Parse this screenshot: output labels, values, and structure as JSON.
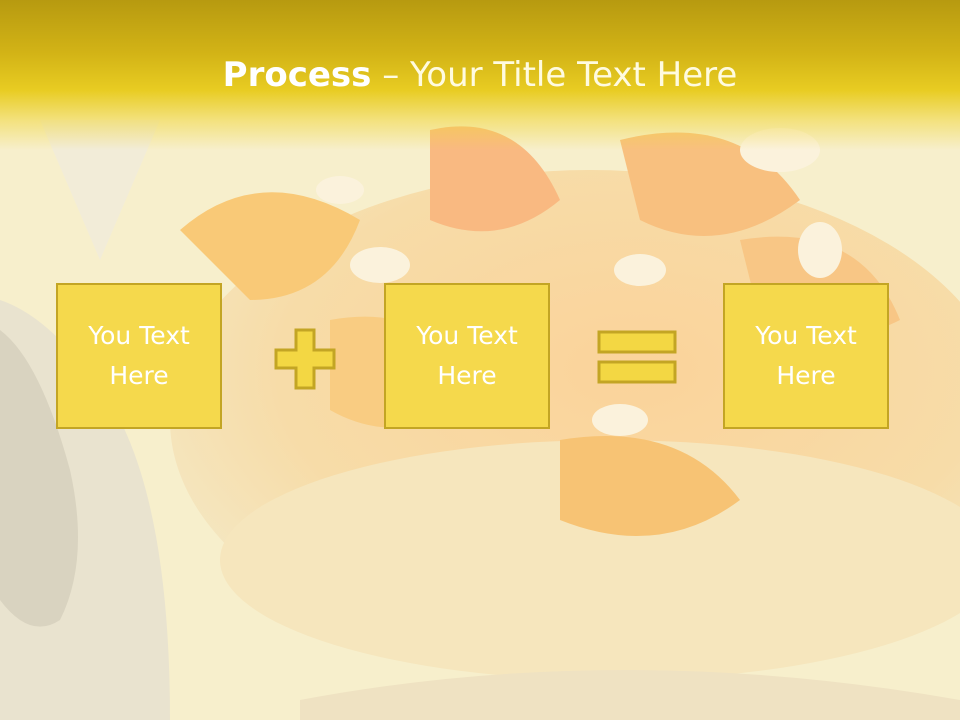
{
  "slide": {
    "title_bold": "Process",
    "title_dash": " – ",
    "title_rest": "Your Title Text Here"
  },
  "process": {
    "step1": "You Text\nHere",
    "step2": "You Text\nHere",
    "step3": "You Text\nHere",
    "operator1_icon": "plus-icon",
    "operator2_icon": "equals-icon"
  },
  "colors": {
    "title_band": "#d2b316",
    "box_fill": "#f5d94c",
    "box_border": "#c3a524",
    "operator_fill": "#f3d743",
    "text": "#ffffff"
  }
}
